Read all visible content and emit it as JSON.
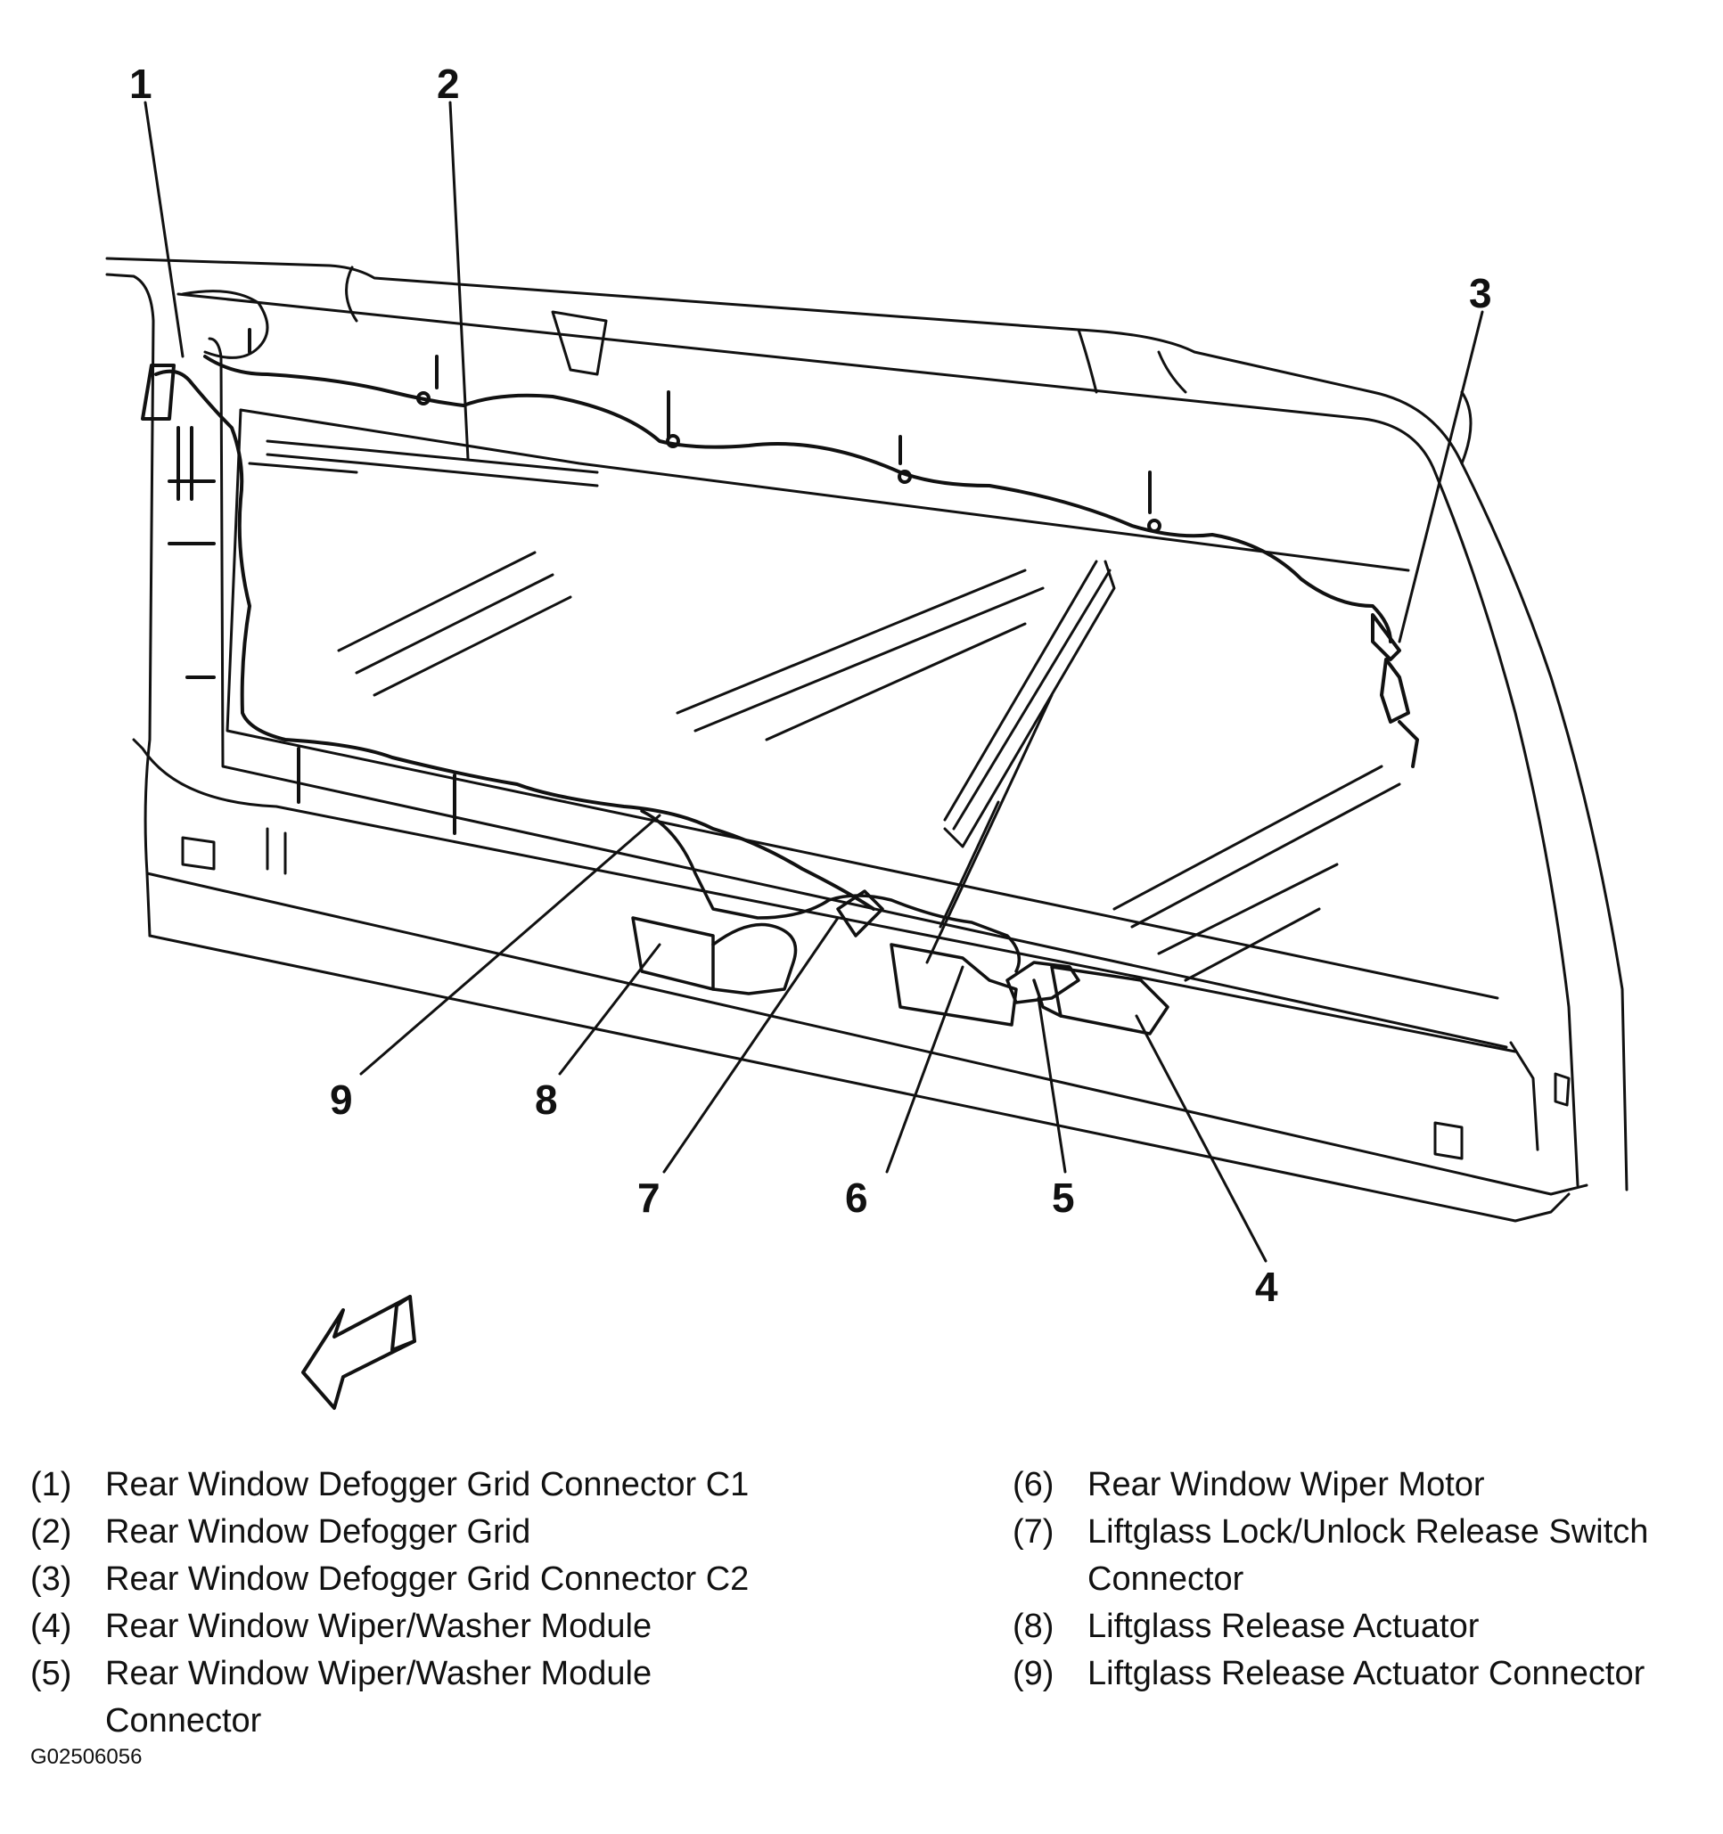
{
  "callouts": [
    "1",
    "2",
    "3",
    "4",
    "5",
    "6",
    "7",
    "8",
    "9"
  ],
  "legend": [
    {
      "num": "(1)",
      "text": "Rear Window Defogger Grid Connector C1"
    },
    {
      "num": "(2)",
      "text": "Rear Window Defogger Grid"
    },
    {
      "num": "(3)",
      "text": "Rear Window Defogger Grid Connector C2"
    },
    {
      "num": "(4)",
      "text": "Rear Window Wiper/Washer Module"
    },
    {
      "num": "(5)",
      "text": "Rear Window Wiper/Washer Module Connector"
    },
    {
      "num": "(6)",
      "text": "Rear Window Wiper Motor"
    },
    {
      "num": "(7)",
      "text": "Liftglass Lock/Unlock Release Switch Connector"
    },
    {
      "num": "(8)",
      "text": "Liftglass Release Actuator"
    },
    {
      "num": "(9)",
      "text": "Liftglass Release Actuator Connector"
    }
  ],
  "figure_id": "G02506056",
  "colors": {
    "ink": "#111111",
    "background": "#ffffff"
  }
}
